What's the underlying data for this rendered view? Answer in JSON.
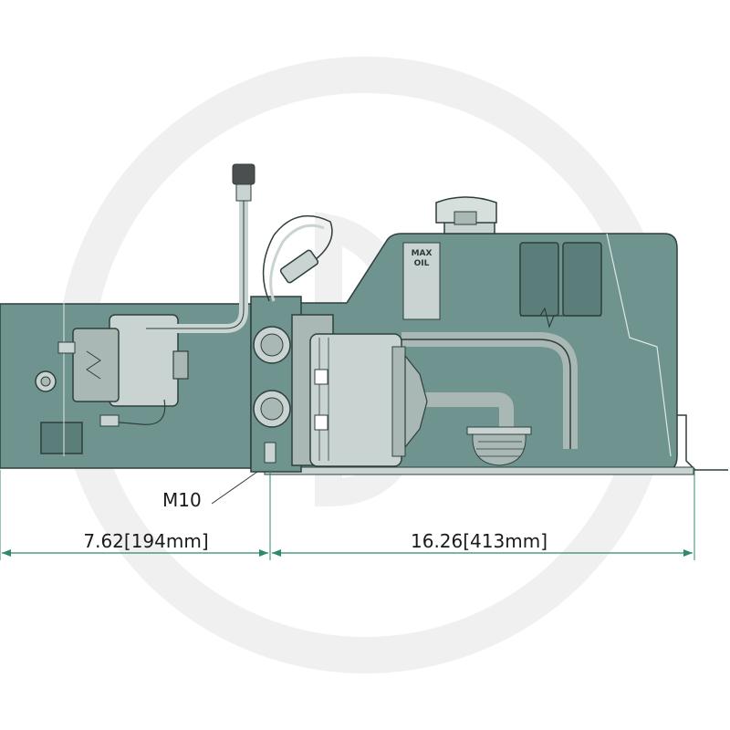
{
  "image": {
    "watermark": "circular logo watermark",
    "colors": {
      "body": "#6f9490",
      "body_dark": "#5c7e7a",
      "component_light": "#c9d3d1",
      "component_mid": "#a9b8b5",
      "outline": "#2e3f3c",
      "dimension_green": "#2f8a67",
      "watermark": "#f0f0f0"
    }
  },
  "labels": {
    "thread": "M10",
    "tank_mark_line1": "MAX",
    "tank_mark_line2": "OIL"
  },
  "dimensions": {
    "left": "7.62[194mm]",
    "right": "16.26[413mm]"
  }
}
